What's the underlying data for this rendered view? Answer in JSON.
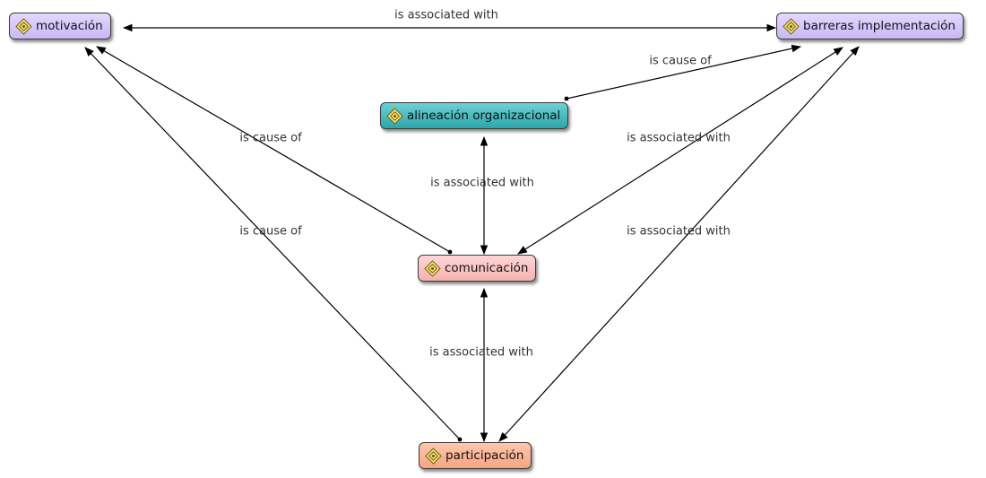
{
  "colors": {
    "motivacion": "#d3c6fb",
    "barreras": "#d3c6fb",
    "alineacion": "#3bb3b6",
    "comunicacion": "#f8c0c0",
    "participacion": "#fab293",
    "edge": "#000000",
    "icon": "#f5e27a"
  },
  "nodes": {
    "motivacion": {
      "label": "motivación",
      "icon": "concept-icon"
    },
    "barreras": {
      "label": "barreras implementación",
      "icon": "concept-icon"
    },
    "alineacion": {
      "label": "alineación organizacional",
      "icon": "concept-icon"
    },
    "comunicacion": {
      "label": "comunicación",
      "icon": "concept-icon"
    },
    "participacion": {
      "label": "participación",
      "icon": "concept-icon"
    }
  },
  "edges": [
    {
      "from": "motivacion",
      "to": "barreras",
      "label": "is associated with"
    },
    {
      "from": "alineacion",
      "to": "barreras",
      "label": "is cause of"
    },
    {
      "from": "comunicacion",
      "to": "motivacion",
      "label": "is cause of"
    },
    {
      "from": "participacion",
      "to": "motivacion",
      "label": "is cause of"
    },
    {
      "from": "alineacion",
      "to": "comunicacion",
      "label": "is associated with"
    },
    {
      "from": "comunicacion",
      "to": "barreras",
      "label": "is associated with"
    },
    {
      "from": "participacion",
      "to": "barreras",
      "label": "is associated with"
    },
    {
      "from": "comunicacion",
      "to": "participacion",
      "label": "is associated with"
    }
  ]
}
